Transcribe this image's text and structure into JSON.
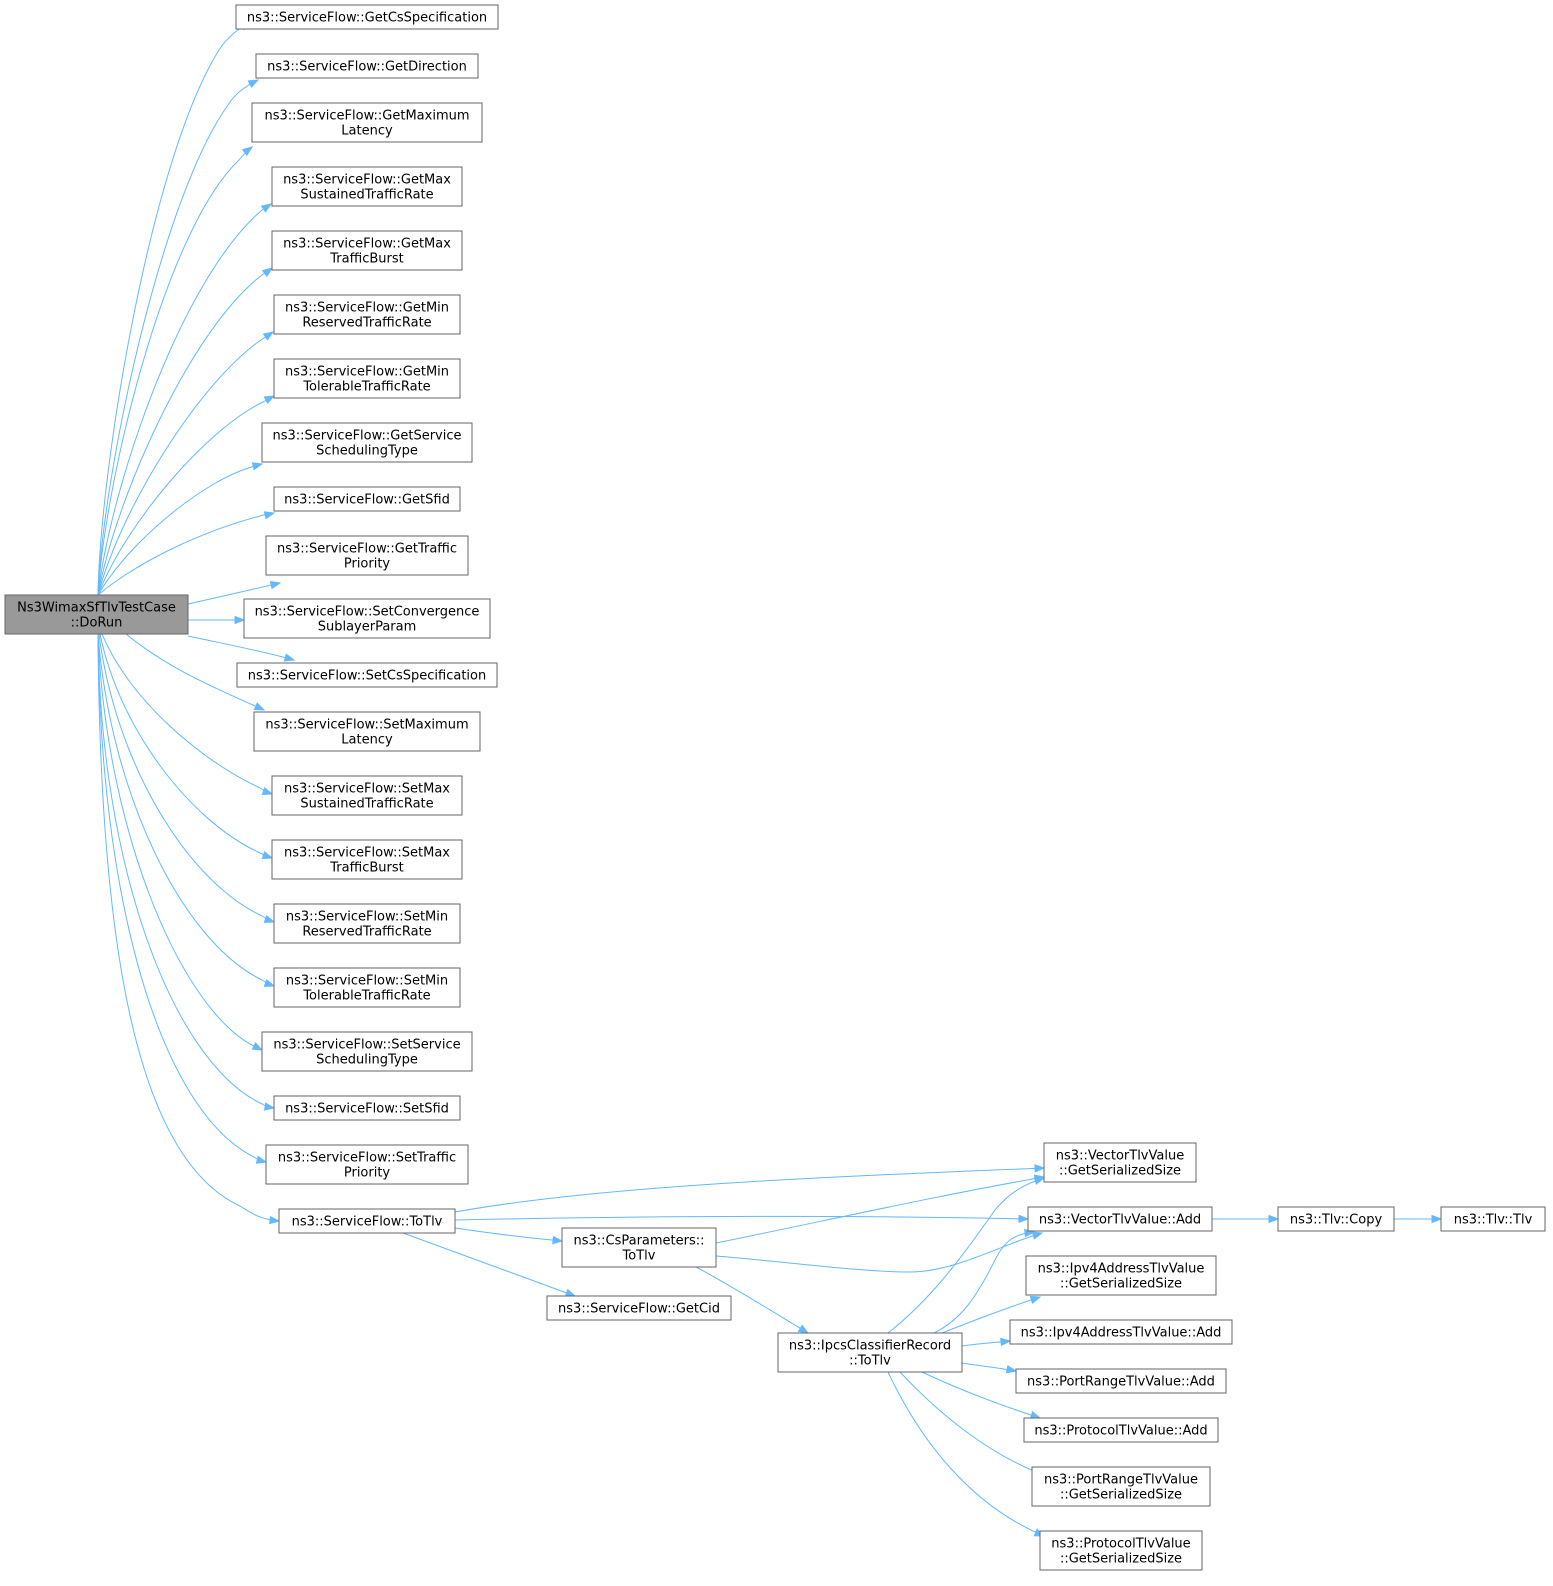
{
  "diagram": {
    "nodes": [
      {
        "id": "root",
        "lines": [
          "Ns3WimaxSfTlvTestCase",
          "::DoRun"
        ],
        "highlight": true
      },
      {
        "id": "getCsSpec",
        "lines": [
          "ns3::ServiceFlow::GetCsSpecification"
        ]
      },
      {
        "id": "getDirection",
        "lines": [
          "ns3::ServiceFlow::GetDirection"
        ]
      },
      {
        "id": "getMaxLatency",
        "lines": [
          "ns3::ServiceFlow::GetMaximum",
          "Latency"
        ]
      },
      {
        "id": "getMaxSustained",
        "lines": [
          "ns3::ServiceFlow::GetMax",
          "SustainedTrafficRate"
        ]
      },
      {
        "id": "getMaxBurst",
        "lines": [
          "ns3::ServiceFlow::GetMax",
          "TrafficBurst"
        ]
      },
      {
        "id": "getMinReserved",
        "lines": [
          "ns3::ServiceFlow::GetMin",
          "ReservedTrafficRate"
        ]
      },
      {
        "id": "getMinTolerable",
        "lines": [
          "ns3::ServiceFlow::GetMin",
          "TolerableTrafficRate"
        ]
      },
      {
        "id": "getSchedType",
        "lines": [
          "ns3::ServiceFlow::GetService",
          "SchedulingType"
        ]
      },
      {
        "id": "getSfid",
        "lines": [
          "ns3::ServiceFlow::GetSfid"
        ]
      },
      {
        "id": "getPriority",
        "lines": [
          "ns3::ServiceFlow::GetTraffic",
          "Priority"
        ]
      },
      {
        "id": "setConvergence",
        "lines": [
          "ns3::ServiceFlow::SetConvergence",
          "SublayerParam"
        ]
      },
      {
        "id": "setCsSpec",
        "lines": [
          "ns3::ServiceFlow::SetCsSpecification"
        ]
      },
      {
        "id": "setMaxLatency",
        "lines": [
          "ns3::ServiceFlow::SetMaximum",
          "Latency"
        ]
      },
      {
        "id": "setMaxSustained",
        "lines": [
          "ns3::ServiceFlow::SetMax",
          "SustainedTrafficRate"
        ]
      },
      {
        "id": "setMaxBurst",
        "lines": [
          "ns3::ServiceFlow::SetMax",
          "TrafficBurst"
        ]
      },
      {
        "id": "setMinReserved",
        "lines": [
          "ns3::ServiceFlow::SetMin",
          "ReservedTrafficRate"
        ]
      },
      {
        "id": "setMinTolerable",
        "lines": [
          "ns3::ServiceFlow::SetMin",
          "TolerableTrafficRate"
        ]
      },
      {
        "id": "setSchedType",
        "lines": [
          "ns3::ServiceFlow::SetService",
          "SchedulingType"
        ]
      },
      {
        "id": "setSfid",
        "lines": [
          "ns3::ServiceFlow::SetSfid"
        ]
      },
      {
        "id": "setPriority",
        "lines": [
          "ns3::ServiceFlow::SetTraffic",
          "Priority"
        ]
      },
      {
        "id": "sfToTlv",
        "lines": [
          "ns3::ServiceFlow::ToTlv"
        ]
      },
      {
        "id": "csToTlv",
        "lines": [
          "ns3::CsParameters::",
          "ToTlv"
        ]
      },
      {
        "id": "getCid",
        "lines": [
          "ns3::ServiceFlow::GetCid"
        ]
      },
      {
        "id": "ipcsToTlv",
        "lines": [
          "ns3::IpcsClassifierRecord",
          "::ToTlv"
        ]
      },
      {
        "id": "vecSize",
        "lines": [
          "ns3::VectorTlvValue",
          "::GetSerializedSize"
        ]
      },
      {
        "id": "vecAdd",
        "lines": [
          "ns3::VectorTlvValue::Add"
        ]
      },
      {
        "id": "tlvCopy",
        "lines": [
          "ns3::Tlv::Copy"
        ]
      },
      {
        "id": "tlvTlv",
        "lines": [
          "ns3::Tlv::Tlv"
        ]
      },
      {
        "id": "ipv4Size",
        "lines": [
          "ns3::Ipv4AddressTlvValue",
          "::GetSerializedSize"
        ]
      },
      {
        "id": "ipv4Add",
        "lines": [
          "ns3::Ipv4AddressTlvValue::Add"
        ]
      },
      {
        "id": "portAdd",
        "lines": [
          "ns3::PortRangeTlvValue::Add"
        ]
      },
      {
        "id": "protoAdd",
        "lines": [
          "ns3::ProtocolTlvValue::Add"
        ]
      },
      {
        "id": "portSize",
        "lines": [
          "ns3::PortRangeTlvValue",
          "::GetSerializedSize"
        ]
      },
      {
        "id": "protoSize",
        "lines": [
          "ns3::ProtocolTlvValue",
          "::GetSerializedSize"
        ]
      }
    ],
    "edges": [
      [
        "root",
        "getCsSpec"
      ],
      [
        "root",
        "getDirection"
      ],
      [
        "root",
        "getMaxLatency"
      ],
      [
        "root",
        "getMaxSustained"
      ],
      [
        "root",
        "getMaxBurst"
      ],
      [
        "root",
        "getMinReserved"
      ],
      [
        "root",
        "getMinTolerable"
      ],
      [
        "root",
        "getSchedType"
      ],
      [
        "root",
        "getSfid"
      ],
      [
        "root",
        "getPriority"
      ],
      [
        "root",
        "setConvergence"
      ],
      [
        "root",
        "setCsSpec"
      ],
      [
        "root",
        "setMaxLatency"
      ],
      [
        "root",
        "setMaxSustained"
      ],
      [
        "root",
        "setMaxBurst"
      ],
      [
        "root",
        "setMinReserved"
      ],
      [
        "root",
        "setMinTolerable"
      ],
      [
        "root",
        "setSchedType"
      ],
      [
        "root",
        "setSfid"
      ],
      [
        "root",
        "setPriority"
      ],
      [
        "root",
        "sfToTlv"
      ],
      [
        "sfToTlv",
        "vecSize"
      ],
      [
        "sfToTlv",
        "vecAdd"
      ],
      [
        "sfToTlv",
        "csToTlv"
      ],
      [
        "sfToTlv",
        "getCid"
      ],
      [
        "csToTlv",
        "vecSize"
      ],
      [
        "csToTlv",
        "vecAdd"
      ],
      [
        "csToTlv",
        "ipcsToTlv"
      ],
      [
        "ipcsToTlv",
        "vecSize"
      ],
      [
        "ipcsToTlv",
        "vecAdd"
      ],
      [
        "ipcsToTlv",
        "ipv4Size"
      ],
      [
        "ipcsToTlv",
        "ipv4Add"
      ],
      [
        "ipcsToTlv",
        "portAdd"
      ],
      [
        "ipcsToTlv",
        "protoAdd"
      ],
      [
        "ipcsToTlv",
        "portSize"
      ],
      [
        "ipcsToTlv",
        "protoSize"
      ],
      [
        "vecAdd",
        "tlvCopy"
      ],
      [
        "tlvCopy",
        "tlvTlv"
      ]
    ]
  }
}
